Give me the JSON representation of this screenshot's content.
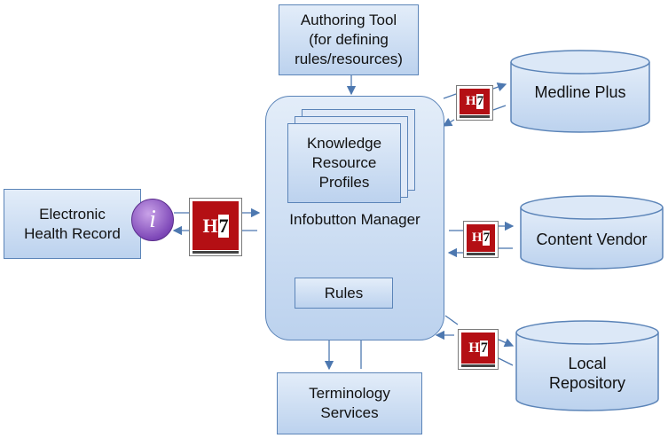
{
  "nodes": {
    "authoring_tool": "Authoring Tool\n(for defining\nrules/resources)",
    "knowledge_profiles": "Knowledge\nResource\nProfiles",
    "infobutton_manager": "Infobutton Manager",
    "rules": "Rules",
    "terminology_services": "Terminology\nServices",
    "ehr": "Electronic\nHealth Record",
    "medline_plus": "Medline Plus",
    "content_vendor": "Content Vendor",
    "local_repository": "Local\nRepository"
  },
  "icons": {
    "info": "i",
    "hl7_logo": "HL7"
  },
  "colors": {
    "box_fill": "#bcd2ee",
    "box_border": "#5b84b8",
    "arrow": "#4d78b0",
    "hl7_red": "#b40f14",
    "info_purple": "#7e48b8"
  }
}
